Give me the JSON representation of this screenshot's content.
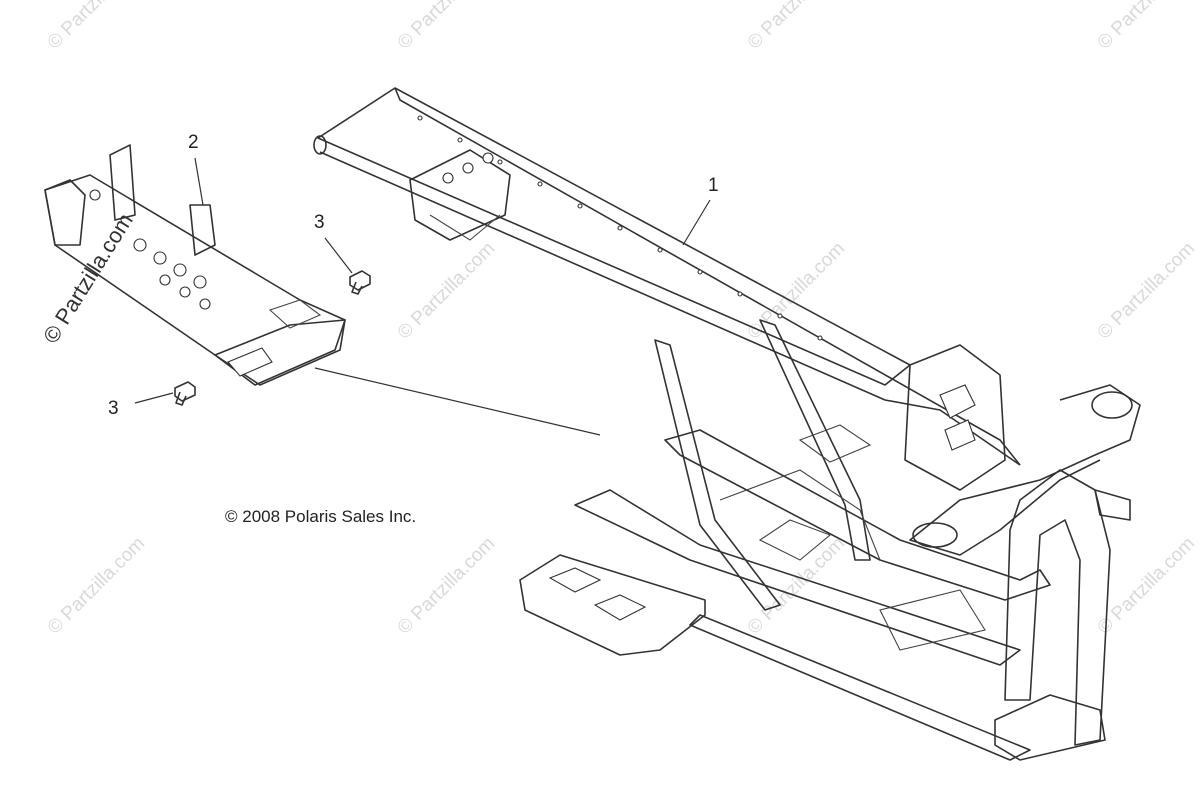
{
  "callouts": {
    "c1": "1",
    "c2": "2",
    "c3a": "3",
    "c3b": "3"
  },
  "copyright": "© 2008 Polaris Sales Inc.",
  "watermark": "© Partzilla.com",
  "colors": {
    "line": "#333333",
    "watermark": "#d9d9d9",
    "background": "#ffffff"
  }
}
